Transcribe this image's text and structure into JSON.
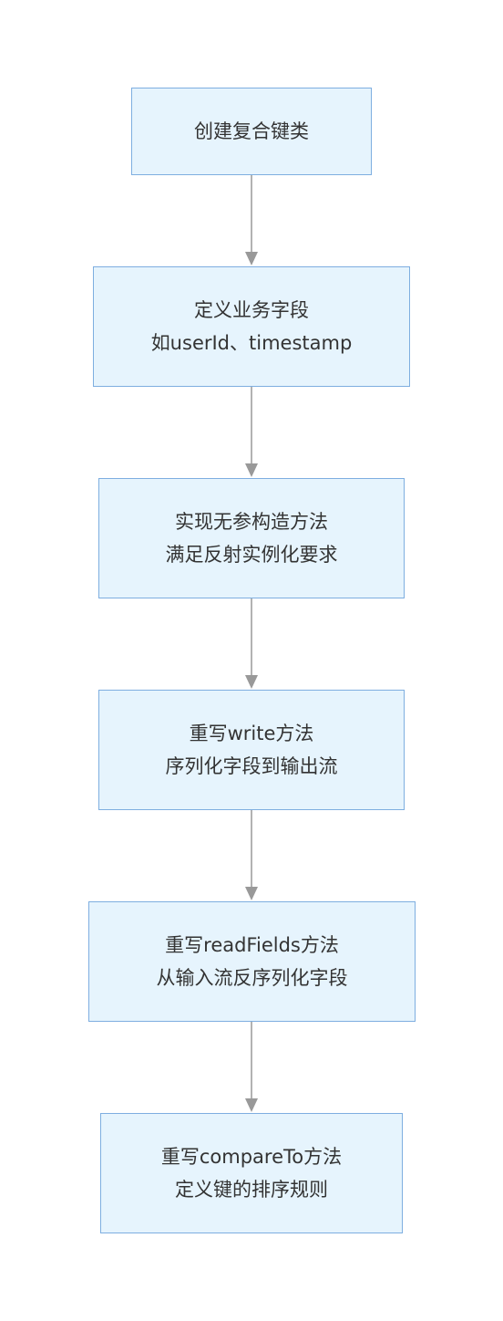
{
  "flowchart": {
    "colors": {
      "node_fill": "#e6f4fd",
      "node_border": "#7eaee0",
      "text": "#333333",
      "edge": "#999999"
    },
    "nodes": [
      {
        "id": "n1",
        "lines": [
          "创建复合键类"
        ]
      },
      {
        "id": "n2",
        "lines": [
          "定义业务字段",
          "如userId、timestamp"
        ]
      },
      {
        "id": "n3",
        "lines": [
          "实现无参构造方法",
          "满足反射实例化要求"
        ]
      },
      {
        "id": "n4",
        "lines": [
          "重写write方法",
          "序列化字段到输出流"
        ]
      },
      {
        "id": "n5",
        "lines": [
          "重写readFields方法",
          "从输入流反序列化字段"
        ]
      },
      {
        "id": "n6",
        "lines": [
          "重写compareTo方法",
          "定义键的排序规则"
        ]
      }
    ],
    "edges": [
      {
        "from": "n1",
        "to": "n2"
      },
      {
        "from": "n2",
        "to": "n3"
      },
      {
        "from": "n3",
        "to": "n4"
      },
      {
        "from": "n4",
        "to": "n5"
      },
      {
        "from": "n5",
        "to": "n6"
      }
    ]
  }
}
